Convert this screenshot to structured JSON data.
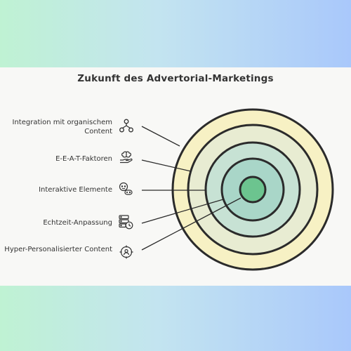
{
  "title": "Zukunft des Advertorial-Marketings",
  "items": [
    {
      "label": "Integration mit organischem Content",
      "icon": "org-chart-icon"
    },
    {
      "label": "E-E-A-T-Faktoren",
      "icon": "brain-hand-icon"
    },
    {
      "label": "Interaktive Elemente",
      "icon": "gamepad-person-icon"
    },
    {
      "label": "Echtzeit-Anpassung",
      "icon": "server-clock-icon"
    },
    {
      "label": "Hyper-Personalisierter Content",
      "icon": "target-user-icon"
    }
  ],
  "colors": {
    "ring_outer": "#f7f1c4",
    "ring_second": "#e8ecd2",
    "ring_third": "#c7e2d4",
    "ring_fourth": "#a9d6c8",
    "core": "#6cc48f",
    "stroke": "#2b2b2b"
  }
}
